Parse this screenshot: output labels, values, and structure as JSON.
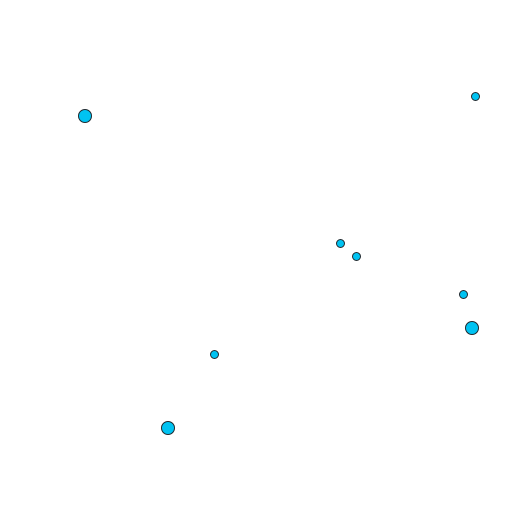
{
  "canvas": {
    "background": "#ffffff",
    "dot_fill": "#00c3f2",
    "dot_stroke": "#1f2a30"
  },
  "markers": [
    {
      "id": "p1",
      "size": "large"
    },
    {
      "id": "p2",
      "size": "small"
    },
    {
      "id": "p3",
      "size": "small"
    },
    {
      "id": "p4",
      "size": "small"
    },
    {
      "id": "p5",
      "size": "small"
    },
    {
      "id": "p6",
      "size": "large"
    },
    {
      "id": "p7",
      "size": "small"
    },
    {
      "id": "p8",
      "size": "large"
    }
  ]
}
